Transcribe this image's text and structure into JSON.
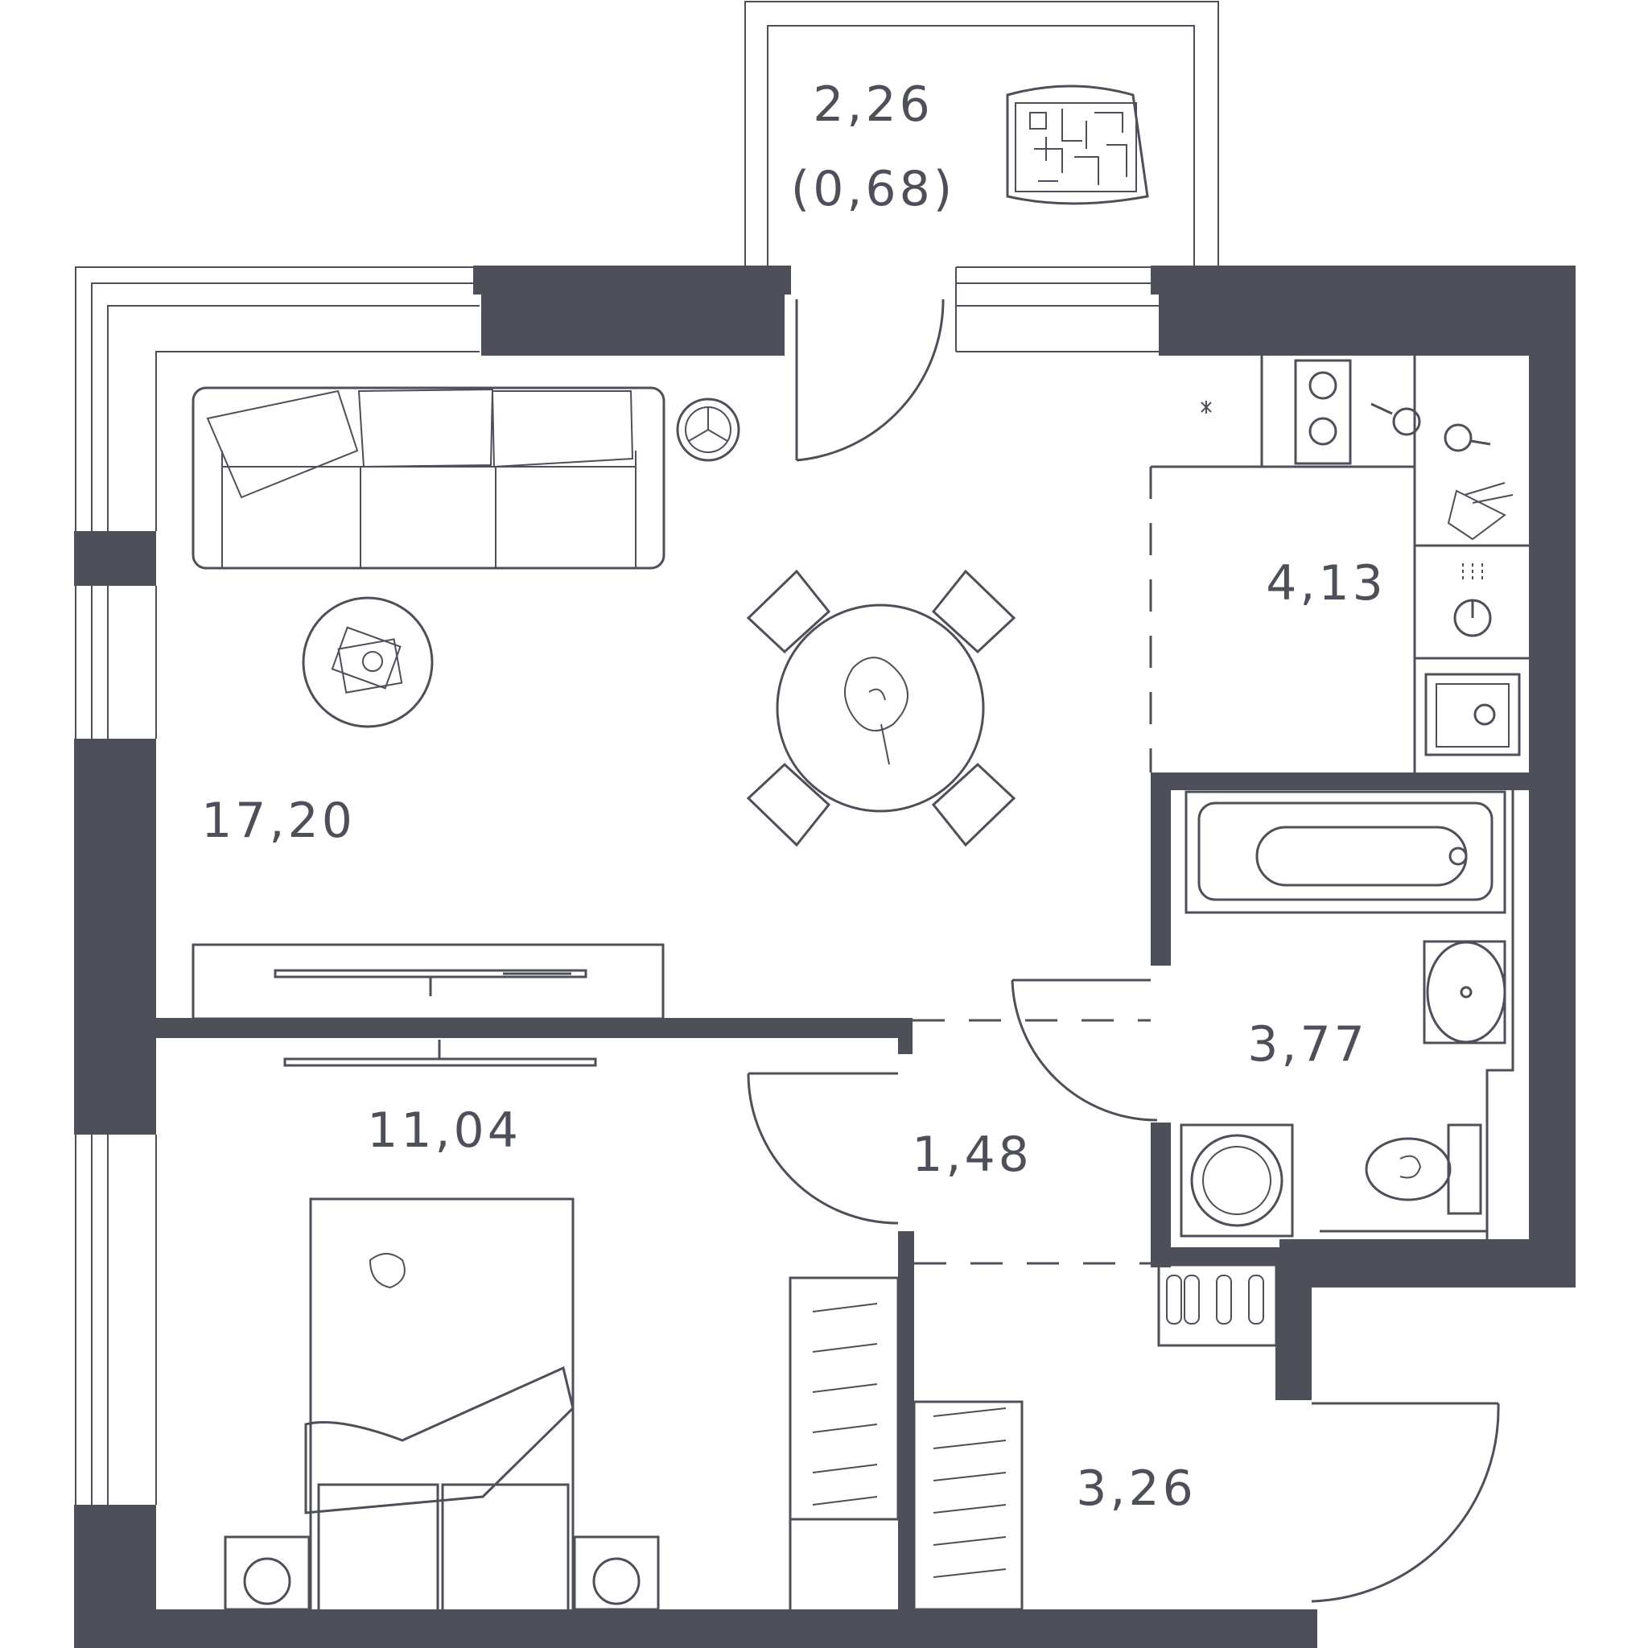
{
  "rooms": {
    "balcony_area": "2,26",
    "balcony_area_reduced": "(0,68)",
    "living_room": "17,20",
    "kitchen": "4,13",
    "bathroom": "3,77",
    "bedroom": "11,04",
    "corridor": "1,48",
    "hallway": "3,26"
  },
  "icons": [
    "laundry-basket-icon",
    "sofa-icon",
    "floor-lamp-icon",
    "coffee-table-icon",
    "dining-table-icon",
    "tv-stand-icon",
    "tv-icon",
    "hob-icon",
    "kitchen-sink-icon",
    "bathtub-icon",
    "washbasin-icon",
    "washing-machine-icon",
    "toilet-icon",
    "double-bed-icon",
    "wardrobe-icon",
    "shoe-rack-icon",
    "door-icon"
  ],
  "colors": {
    "wall": "#4d5059",
    "background": "#ffffff"
  }
}
